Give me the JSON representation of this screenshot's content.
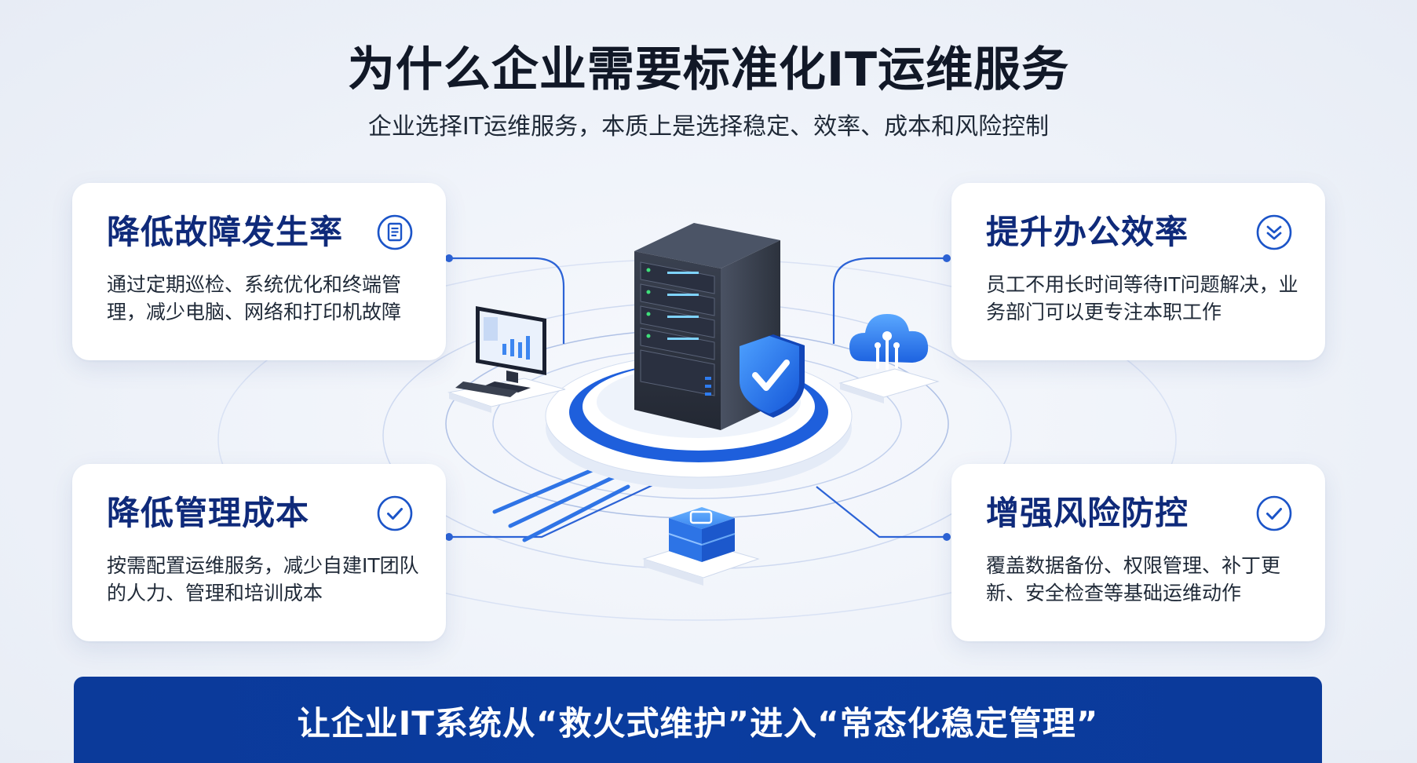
{
  "header": {
    "title": "为什么企业需要标准化IT运维服务",
    "subtitle": "企业选择IT运维服务，本质上是选择稳定、效率、成本和风险控制"
  },
  "cards": [
    {
      "title": "降低故障发生率",
      "desc": "通过定期巡检、系统优化和终端管理，减少电脑、网络和打印机故障",
      "icon": "document-icon"
    },
    {
      "title": "提升办公效率",
      "desc": "员工不用长时间等待IT问题解决，业务部门可以更专注本职工作",
      "icon": "double-chevron-down-icon"
    },
    {
      "title": "降低管理成本",
      "desc": "按需配置运维服务，减少自建IT团队的人力、管理和培训成本",
      "icon": "check-circle-icon"
    },
    {
      "title": "增强风险防控",
      "desc": "覆盖数据备份、权限管理、补丁更新、安全检查等基础运维动作",
      "icon": "check-circle-icon"
    }
  ],
  "banner": {
    "text": "让企业IT系统从“救火式维护”进入“常态化稳定管理”"
  },
  "colors": {
    "primary_blue": "#0b3a9a",
    "accent_blue": "#1f6fe0",
    "title_navy": "#0f2a7a"
  }
}
